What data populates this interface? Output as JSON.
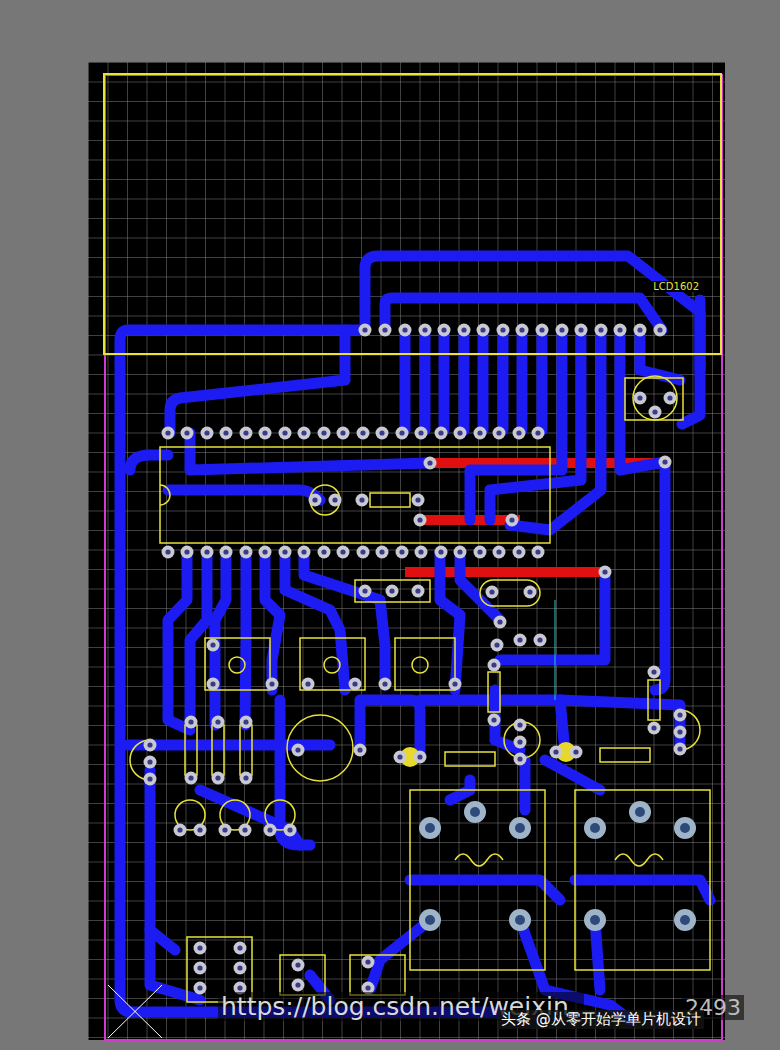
{
  "diagram": {
    "nodes": [
      {
        "text": [
          "LCD1602"
        ]
      }
    ],
    "labels": [
      "https://blog.csdn.net/weixin_",
      "2493",
      "头条 @从零开始学单片机设计"
    ]
  }
}
